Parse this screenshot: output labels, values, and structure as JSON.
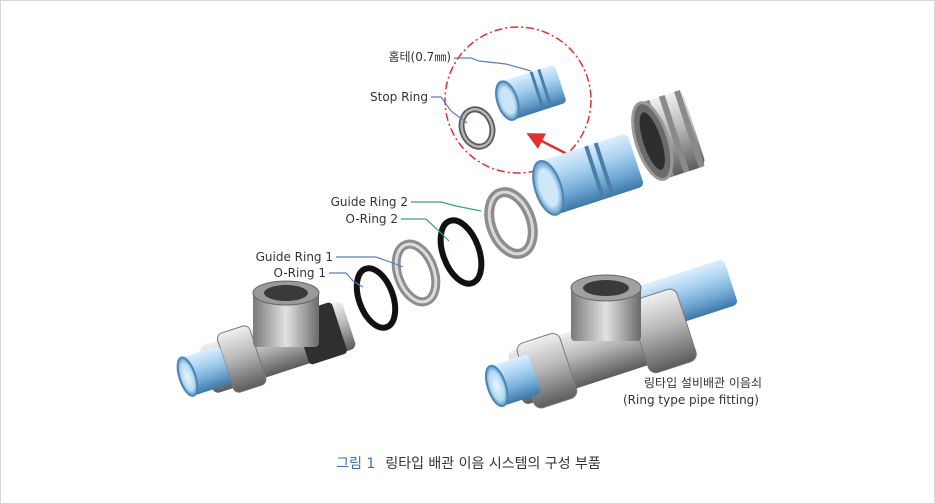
{
  "labels": {
    "groove": "홈테(0.7㎜)",
    "stop_ring": "Stop Ring",
    "guide_ring_2": "Guide Ring 2",
    "o_ring_2": "O-Ring 2",
    "guide_ring_1": "Guide Ring 1",
    "o_ring_1": "O-Ring 1"
  },
  "product_name": {
    "korean": "링타입 설비배관 이음쇠",
    "english": "(Ring type pipe fitting)"
  },
  "caption": {
    "number": "그림 1",
    "text": "링타입 배관 이음 시스템의 구성 부품"
  },
  "colors": {
    "leader_blue": "#5a7fc4",
    "leader_green": "#3aa56b",
    "highlight_red": "#e03030",
    "caption_number": "#3f6fb0",
    "pipe_blue": "#8fc3e6"
  }
}
